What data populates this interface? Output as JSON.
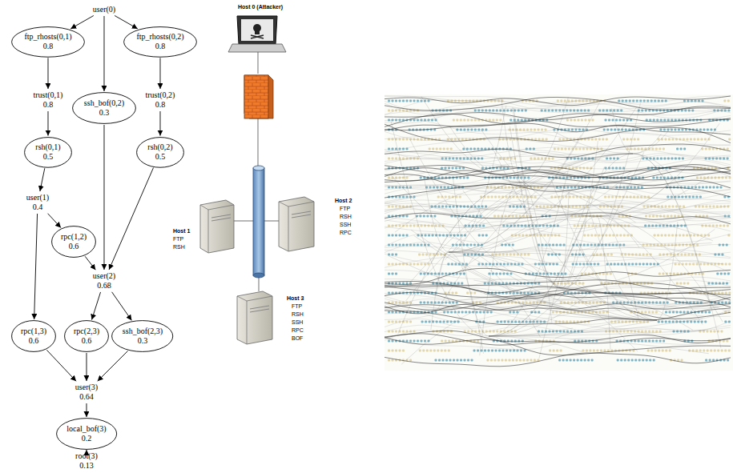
{
  "diagram": {
    "nodes": [
      {
        "text": [
          "user(0)"
        ]
      },
      {
        "text": [
          "ftp_rhosts(0,1)",
          "0.8"
        ]
      },
      {
        "text": [
          "ssh_bof(0,2)",
          "0.3"
        ]
      },
      {
        "text": [
          "ftp_rhosts(0,2)",
          "0.8"
        ]
      },
      {
        "text": [
          "trust(0,1)",
          "0.8"
        ]
      },
      {
        "text": [
          "trust(0,2)",
          "0.8"
        ]
      },
      {
        "text": [
          "rsh(0,1)",
          "0.5"
        ]
      },
      {
        "text": [
          "rsh(0,2)",
          "0.5"
        ]
      },
      {
        "text": [
          "user(1)",
          "0.4"
        ]
      },
      {
        "text": [
          "rpc(1,2)",
          "0.6"
        ]
      },
      {
        "text": [
          "user(2)",
          "0.68"
        ]
      },
      {
        "text": [
          "rpc(1,3)",
          "0.6"
        ]
      },
      {
        "text": [
          "rpc(2,3)",
          "0.6"
        ]
      },
      {
        "text": [
          "ssh_bof(2,3)",
          "0.3"
        ]
      },
      {
        "text": [
          "user(3)",
          "0.64"
        ]
      },
      {
        "text": [
          "local_bof(3)",
          "0.2"
        ]
      },
      {
        "text": [
          "root(3)",
          "0.13"
        ]
      }
    ],
    "edges": [
      {
        "from": 0,
        "to": 1,
        "arrow": "to"
      },
      {
        "from": 0,
        "to": 2,
        "arrow": "to"
      },
      {
        "from": 0,
        "to": 3,
        "arrow": "to"
      },
      {
        "from": 1,
        "to": 4,
        "arrow": "to"
      },
      {
        "from": 3,
        "to": 5,
        "arrow": "to"
      },
      {
        "from": 4,
        "to": 6,
        "arrow": "to"
      },
      {
        "from": 5,
        "to": 7,
        "arrow": "to"
      },
      {
        "from": 6,
        "to": 8,
        "arrow": "to"
      },
      {
        "from": 8,
        "to": 9,
        "arrow": "to"
      },
      {
        "from": 8,
        "to": 11,
        "arrow": "to"
      },
      {
        "from": 9,
        "to": 10,
        "arrow": "to"
      },
      {
        "from": 2,
        "to": 10,
        "arrow": "to"
      },
      {
        "from": 7,
        "to": 10,
        "arrow": "to"
      },
      {
        "from": 10,
        "to": 12,
        "arrow": "to"
      },
      {
        "from": 10,
        "to": 13,
        "arrow": "to"
      },
      {
        "from": 11,
        "to": 14,
        "arrow": "to"
      },
      {
        "from": 12,
        "to": 14,
        "arrow": "to"
      },
      {
        "from": 13,
        "to": 14,
        "arrow": "to"
      },
      {
        "from": 14,
        "to": 15,
        "arrow": "to"
      },
      {
        "from": 15,
        "to": 16,
        "arrow": "to"
      }
    ],
    "labels": [
      "Host 0 (Attacker)",
      "Host 1",
      "FTP",
      "RSH",
      "Host 2",
      "FTP",
      "RSH",
      "SSH",
      "RPC",
      "Host 3",
      "FTP",
      "RSH",
      "SSH",
      "RPC",
      "BOF"
    ]
  }
}
